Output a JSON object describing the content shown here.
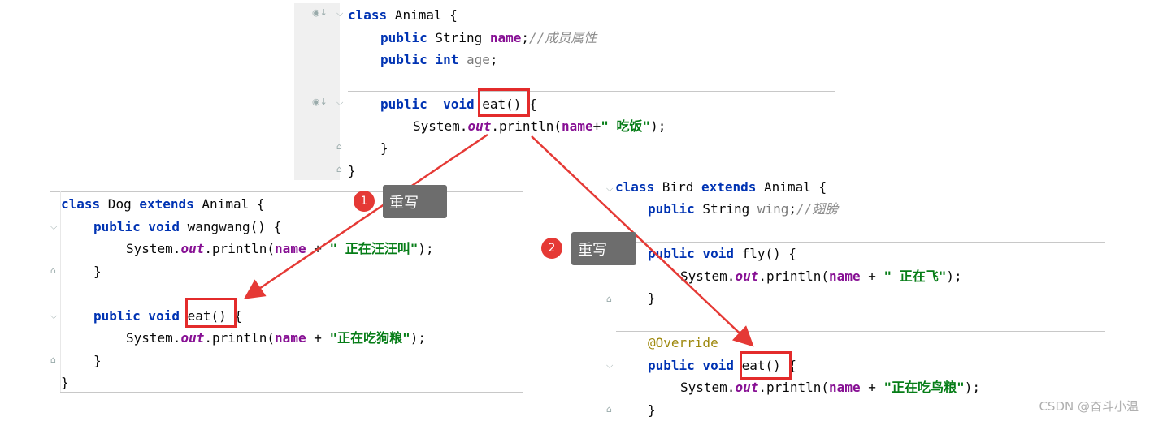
{
  "animal": {
    "l1": {
      "kw": "class",
      "name": " Animal {"
    },
    "l2": {
      "kw": "public",
      "type": " String ",
      "field": "name",
      "semi": ";",
      "comment": "//成员属性"
    },
    "l3": {
      "kw": "public",
      "kw2": " int ",
      "field": "age",
      "semi": ";"
    },
    "l5": {
      "kw": "public",
      "kw2": "  void",
      "method": "eat()",
      "rest": " {"
    },
    "l6": {
      "pre": "System.",
      "out": "out",
      "mid": ".println(",
      "field": "name",
      "plus": "+",
      "str": "\" 吃饭\"",
      "end": ");"
    },
    "l7": "}",
    "l8": "}"
  },
  "dog": {
    "l1": {
      "kw": "class",
      "name": " Dog ",
      "kw2": "extends",
      "rest": " Animal {"
    },
    "l2": {
      "kw": "public",
      "kw2": " void",
      "rest": " wangwang() {"
    },
    "l3": {
      "pre": "System.",
      "out": "out",
      "mid": ".println(",
      "field": "name",
      "plus": " + ",
      "str": "\" 正在汪汪叫\"",
      "end": ");"
    },
    "l4": "}",
    "l6": {
      "kw": "public",
      "kw2": " void",
      "method": "eat()",
      "rest": " {"
    },
    "l7": {
      "pre": "System.",
      "out": "out",
      "mid": ".println(",
      "field": "name",
      "plus": " + ",
      "str": "\"正在吃狗粮\"",
      "end": ");"
    },
    "l8": "}",
    "l9": "}"
  },
  "bird": {
    "l1": {
      "kw": "class",
      "name": " Bird ",
      "kw2": "extends",
      "rest": " Animal {"
    },
    "l2": {
      "kw": "public",
      "type": " String ",
      "field": "wing",
      "semi": ";",
      "comment": "//翅膀"
    },
    "l4": {
      "kw": "public",
      "kw2": " void",
      "rest": " fly() {"
    },
    "l5": {
      "pre": "System.",
      "out": "out",
      "mid": ".println(",
      "field": "name",
      "plus": " + ",
      "str": "\" 正在飞\"",
      "end": ");"
    },
    "l6": "}",
    "l8": "@Override",
    "l9": {
      "kw": "public",
      "kw2": " void",
      "method": "eat()",
      "rest": " {"
    },
    "l10": {
      "pre": "System.",
      "out": "out",
      "mid": ".println(",
      "field": "name",
      "plus": " + ",
      "str": "\"正在吃鸟粮\"",
      "end": ");"
    },
    "l11": "}"
  },
  "callouts": [
    {
      "num": "1",
      "label": "重写"
    },
    {
      "num": "2",
      "label": "重写"
    }
  ],
  "colors": {
    "arrow": "#e53935",
    "box": "#e32b2b",
    "keyword": "#0033b3",
    "field": "#871094",
    "string": "#067d17"
  },
  "watermark": "CSDN @奋斗小温"
}
